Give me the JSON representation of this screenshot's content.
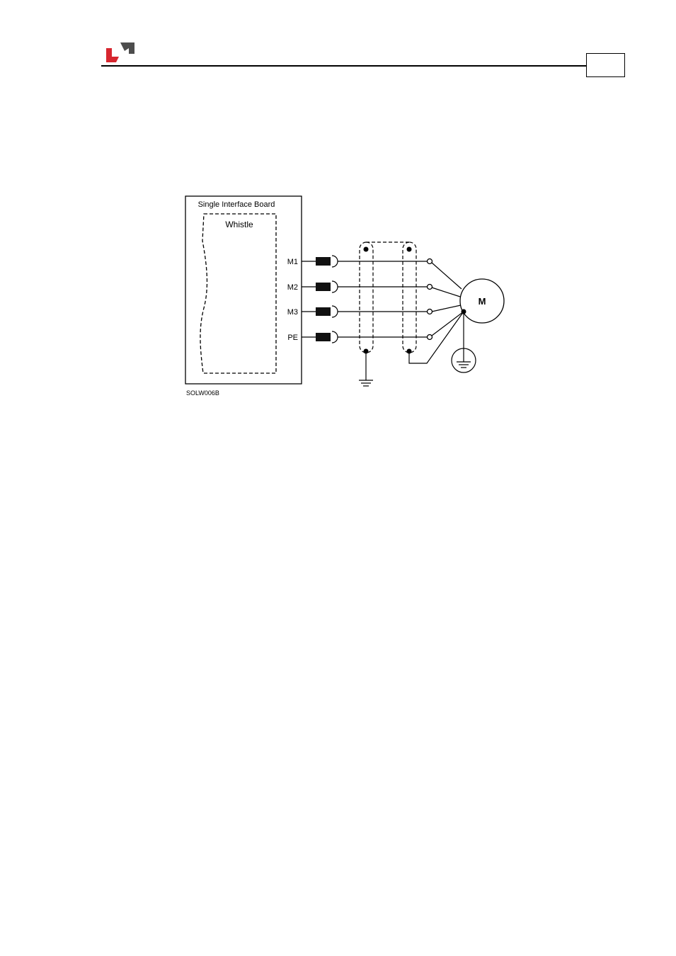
{
  "header": {
    "logo_colors": {
      "primary": "#d7262f",
      "secondary": "#4d4d4d"
    }
  },
  "diagram": {
    "board_label": "Single Interface Board",
    "drive_label": "Whistle",
    "terminals": [
      {
        "label": "M1"
      },
      {
        "label": "M2"
      },
      {
        "label": "M3"
      },
      {
        "label": "PE"
      }
    ],
    "motor_label": "M",
    "figure_id": "SOLW006B"
  }
}
